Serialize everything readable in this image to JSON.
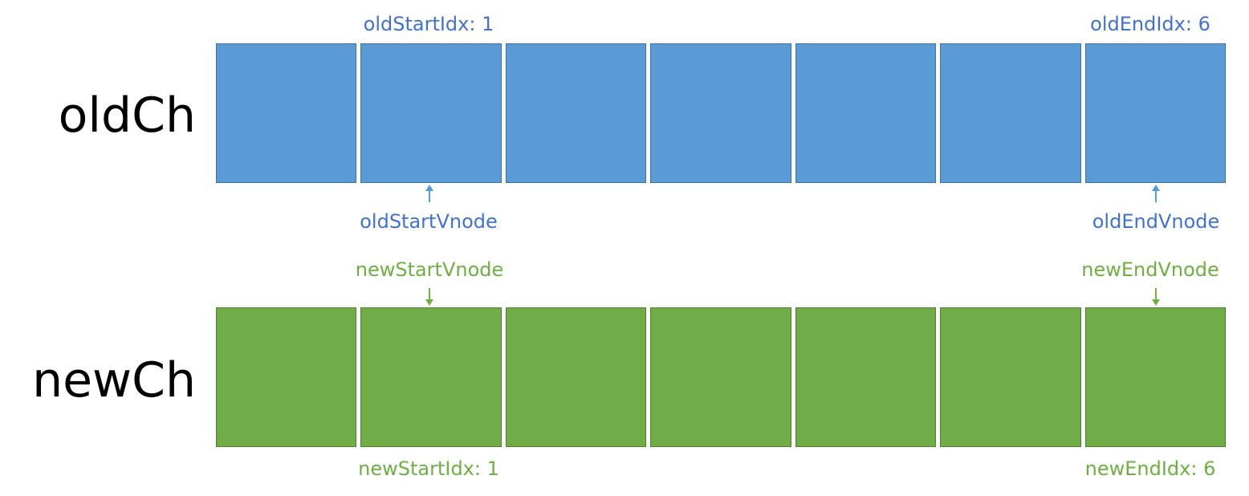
{
  "old_row": {
    "label": "oldCh",
    "cell_count": 7,
    "start_idx_label": "oldStartIdx: 1",
    "end_idx_label": "oldEndIdx: 6",
    "start_vnode_label": "oldStartVnode",
    "end_vnode_label": "oldEndVnode",
    "fill_color": "#5b9bd5",
    "text_color": "#4472c4"
  },
  "new_row": {
    "label": "newCh",
    "cell_count": 7,
    "start_idx_label": "newStartIdx: 1",
    "end_idx_label": "newEndIdx: 6",
    "start_vnode_label": "newStartVnode",
    "end_vnode_label": "newEndVnode",
    "fill_color": "#70ad47",
    "text_color": "#70ad47"
  }
}
